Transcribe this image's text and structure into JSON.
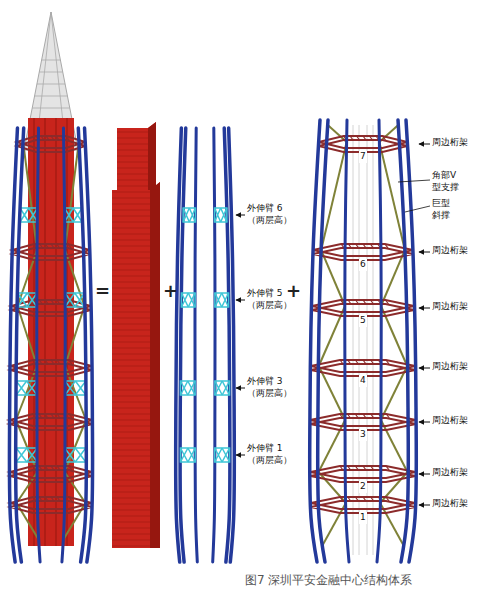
{
  "diagram": {
    "caption": "图7 深圳平安金融中心结构体系",
    "labels": [
      "=",
      "+",
      "外伸臂 6（两层高）",
      "外伸臂 5（两层高）",
      "外伸臂 3（两层高）",
      "外伸臂 1（两层高）",
      "+",
      "周边桁架",
      "7",
      "角部V 型支撑",
      "巨型 斜撑",
      "周边桁架",
      "6",
      "周边桁架",
      "5",
      "周边桁架",
      "4",
      "周边桁架",
      "3",
      "周边桁架",
      "2",
      "周边桁架",
      "1"
    ]
  }
}
